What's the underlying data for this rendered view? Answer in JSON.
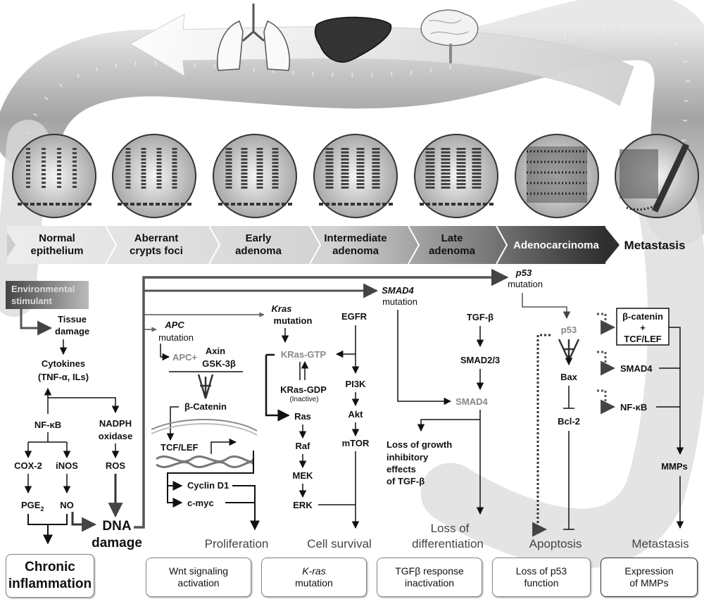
{
  "stages": [
    "Normal",
    "epithelium",
    "Aberrant",
    "crypts foci",
    "Early",
    "adenoma",
    "Intermediate",
    "adenoma",
    "Late",
    "adenoma",
    "Adenocarcinoma",
    "Metastasis"
  ],
  "inflammation": {
    "env_line1": "Environmental",
    "env_line2": "stimulant",
    "tissue1": "Tissue",
    "tissue2": "damage",
    "cyto1": "Cytokines",
    "cyto2": "(TNF-α, ILs)",
    "nfkb": "NF-κB",
    "nadph1": "NADPH",
    "nadph2": "oxidase",
    "cox2": "COX-2",
    "inos": "iNOS",
    "ros": "ROS",
    "pge": "PGE",
    "pge_sub": "2",
    "no": "NO",
    "dna1": "DNA",
    "dna2": "damage"
  },
  "wnt": {
    "apc": "APC",
    "mutation": "mutation",
    "apc_plus": "APC+",
    "axin": "Axin",
    "gsk": "GSK-3β",
    "bcat": "β-Catenin",
    "tcf": "TCF/LEF",
    "cyclin": "Cyclin D1",
    "cmyc": "c-myc"
  },
  "kras": {
    "kras": "Kras",
    "mutation": "mutation",
    "gtp": "KRas-GTP",
    "gdp": "KRas-GDP",
    "inactive": "(Inactive)",
    "ras": "Ras",
    "raf": "Raf",
    "mek": "MEK",
    "erk": "ERK",
    "egfr": "EGFR",
    "pi3k": "PI3K",
    "akt": "Akt",
    "mtor": "mTOR"
  },
  "tgf": {
    "smad4": "SMAD4",
    "mutation": "mutation",
    "tgfb": "TGF-β",
    "smad23": "SMAD2/3",
    "smad4_grey": "SMAD4",
    "loss1": "Loss of growth",
    "loss2": "inhibitory",
    "loss3": "effects",
    "loss4": "of TGF-β"
  },
  "p53": {
    "p53": "p53",
    "mutation": "mutation",
    "p53_grey": "p53",
    "bax": "Bax",
    "bcl2": "Bcl-2"
  },
  "metastasis": {
    "bcat": "β-catenin",
    "plus": "+",
    "tcf": "TCF/LEF",
    "smad4": "SMAD4",
    "nfkb": "NF-κB",
    "mmps": "MMPs"
  },
  "outcomes": [
    "Proliferation",
    "Cell survival",
    "Loss of",
    "differentiation",
    "Apoptosis",
    "Metastasis"
  ],
  "boxes": {
    "chronic1": "Chronic",
    "chronic2": "inflammation",
    "wnt1": "Wnt signaling",
    "wnt2": "activation",
    "kras1": "K-ras",
    "kras2": "mutation",
    "tgf1": "TGFβ response",
    "tgf2": "inactivation",
    "p531": "Loss of p53",
    "p532": "function",
    "mmp1": "Expression",
    "mmp2": "of MMPs"
  }
}
